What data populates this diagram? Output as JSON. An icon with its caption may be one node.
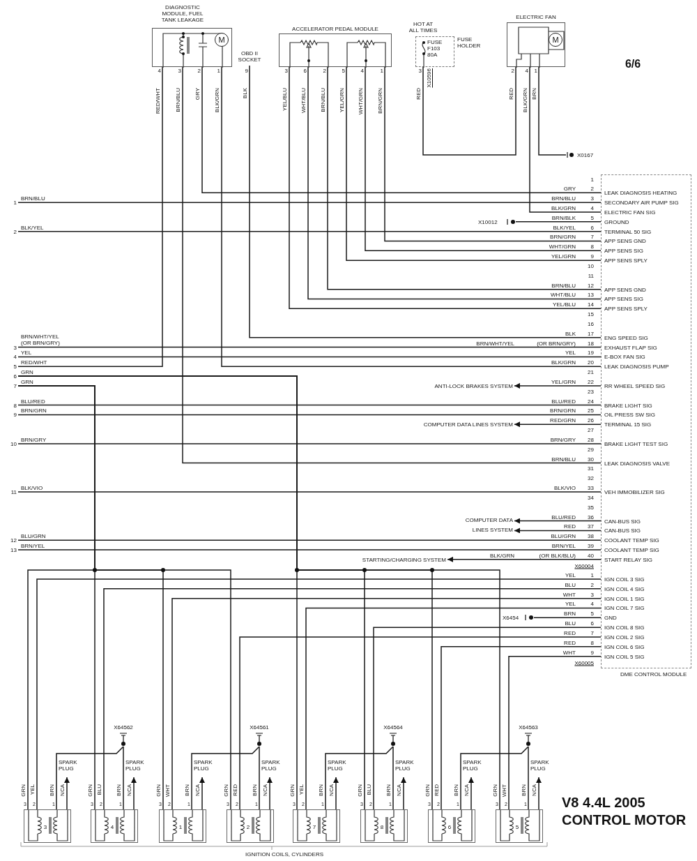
{
  "diagram": {
    "title": "V8 4.4L 2005 CONTROL MOTOR",
    "nodes": [
      {
        "text": [
          "DIAGNOSTIC MODULE, FUEL TANK LEAKAGE"
        ],
        "beside": [
          "4",
          "3",
          "2",
          "1"
        ]
      },
      {
        "text": [
          "M"
        ],
        "in": 0
      },
      {
        "text": [
          "OBD II SOCKET"
        ],
        "beside": [
          "9"
        ]
      },
      {
        "text": [
          "ACCELERATOR PEDAL MODULE"
        ],
        "beside": [
          "3",
          "6",
          "2",
          "5",
          "4",
          "1"
        ]
      },
      {
        "text": [
          "HOT AT ALL TIMES",
          "FUSE F103 80A",
          "FUSE HOLDER"
        ],
        "beside": [
          "3",
          "X10596"
        ]
      },
      {
        "text": [
          "ELECTRIC FAN"
        ],
        "beside": [
          "2",
          "4",
          "1"
        ]
      },
      {
        "text": [
          "M"
        ],
        "in": 5
      },
      {
        "text": [
          "X0167"
        ]
      },
      {
        "text": [
          "LEAK DIAGNOSIS HEATING",
          "SECONDARY AIR PUMP SIG",
          "ELECTRIC FAN SIG",
          "GROUND",
          "TERMINAL 50 SIG",
          "APP SENS GND",
          "APP SENS SIG",
          "APP SENS SPLY",
          "APP SENS GND",
          "APP SENS SIG",
          "APP SENS SPLY",
          "ENG SPEED SIG",
          "EXHAUST FLAP SIG",
          "E-BOX FAN SIG",
          "LEAK DIAGNOSIS PUMP",
          "RR WHEEL SPEED SIG",
          "BRAKE LIGHT SIG",
          "OIL PRESS SW SIG",
          "TERMINAL 15 SIG",
          "BRAKE LIGHT TEST SIG",
          "LEAK DIAGNOSIS VALVE",
          "VEH IMMOBILIZER SIG",
          "CAN-BUS SIG",
          "CAN-BUS SIG",
          "COOLANT TEMP SIG",
          "COOLANT TEMP SIG",
          "START RELAY SIG",
          "IGN COIL 3 SIG",
          "IGN COIL 4 SIG",
          "IGN COIL 1 SIG",
          "IGN COIL 7 SIG",
          "GND",
          "IGN COIL 8 SIG",
          "IGN COIL 2 SIG",
          "IGN COIL 6 SIG",
          "IGN COIL 5 SIG",
          "DME CONTROL MODULE"
        ],
        "beside": [
          "1",
          "2",
          "3",
          "4",
          "5",
          "6",
          "7",
          "8",
          "9",
          "10",
          "11",
          "12",
          "13",
          "14",
          "15",
          "16",
          "17",
          "18",
          "19",
          "20",
          "21",
          "22",
          "23",
          "24",
          "25",
          "26",
          "27",
          "28",
          "29",
          "30",
          "31",
          "32",
          "33",
          "34",
          "35",
          "36",
          "37",
          "38",
          "39",
          "40",
          "X60004",
          "1",
          "2",
          "3",
          "4",
          "5",
          "6",
          "7",
          "8",
          "9",
          "X60005"
        ]
      },
      {
        "text": [
          "X10012"
        ]
      },
      {
        "text": [
          "ANTI-LOCK BRAKES SYSTEM"
        ]
      },
      {
        "text": [
          "COMPUTER DATA LINES SYSTEM"
        ]
      },
      {
        "text": [
          "COMPUTER DATA LINES SYSTEM"
        ]
      },
      {
        "text": [
          "STARTING/CHARGING SYSTEM"
        ]
      },
      {
        "text": [
          "X6454"
        ]
      },
      {
        "text": [
          "1"
        ]
      },
      {
        "text": [
          "2"
        ]
      },
      {
        "text": [
          "3"
        ]
      },
      {
        "text": [
          "4"
        ]
      },
      {
        "text": [
          "5"
        ]
      },
      {
        "text": [
          "6"
        ]
      },
      {
        "text": [
          "7"
        ]
      },
      {
        "text": [
          "8"
        ]
      },
      {
        "text": [
          "9"
        ]
      },
      {
        "text": [
          "10"
        ]
      },
      {
        "text": [
          "11"
        ]
      },
      {
        "text": [
          "12"
        ]
      },
      {
        "text": [
          "13"
        ]
      },
      {
        "text": [
          "3"
        ],
        "beside": [
          "3",
          "2",
          "1"
        ]
      },
      {
        "text": [
          "4"
        ],
        "beside": [
          "3",
          "2",
          "1"
        ]
      },
      {
        "text": [
          "1"
        ],
        "beside": [
          "3",
          "2",
          "1"
        ]
      },
      {
        "text": [
          "2"
        ],
        "beside": [
          "3",
          "2",
          "1"
        ]
      },
      {
        "text": [
          "7"
        ],
        "beside": [
          "3",
          "2",
          "1"
        ]
      },
      {
        "text": [
          "8"
        ],
        "beside": [
          "3",
          "2",
          "1"
        ]
      },
      {
        "text": [
          "6"
        ],
        "beside": [
          "3",
          "2",
          "1"
        ]
      },
      {
        "text": [
          "5"
        ],
        "beside": [
          "3",
          "2",
          "1"
        ]
      },
      {
        "text": [
          "X64562"
        ]
      },
      {
        "text": [
          "X64561"
        ]
      },
      {
        "text": [
          "X64564"
        ]
      },
      {
        "text": [
          "X64563"
        ]
      },
      {
        "text": [
          "SPARK PLUG"
        ]
      },
      {
        "text": [
          "SPARK PLUG"
        ]
      },
      {
        "text": [
          "SPARK PLUG"
        ]
      },
      {
        "text": [
          "SPARK PLUG"
        ]
      },
      {
        "text": [
          "SPARK PLUG"
        ]
      },
      {
        "text": [
          "SPARK PLUG"
        ]
      },
      {
        "text": [
          "SPARK PLUG"
        ]
      },
      {
        "text": [
          "SPARK PLUG"
        ]
      }
    ],
    "edges": [
      {
        "from": 0,
        "to": 19,
        "arrow": "none"
      },
      {
        "from": 0,
        "to": 8,
        "arrow": "none"
      },
      {
        "from": 0,
        "to": 8,
        "arrow": "none"
      },
      {
        "from": 0,
        "to": 8,
        "arrow": "none"
      },
      {
        "from": 2,
        "to": 8,
        "arrow": "none"
      },
      {
        "from": 3,
        "to": 8,
        "arrow": "none"
      },
      {
        "from": 3,
        "to": 8,
        "arrow": "none"
      },
      {
        "from": 3,
        "to": 8,
        "arrow": "none"
      },
      {
        "from": 3,
        "to": 8,
        "arrow": "none"
      },
      {
        "from": 3,
        "to": 8,
        "arrow": "none"
      },
      {
        "from": 3,
        "to": 8,
        "arrow": "none"
      },
      {
        "from": 4,
        "to": 5,
        "arrow": "none"
      },
      {
        "from": 5,
        "to": 8,
        "arrow": "none"
      },
      {
        "from": 5,
        "to": 7,
        "arrow": "none"
      },
      {
        "from": 9,
        "to": 8,
        "arrow": "none"
      },
      {
        "from": 15,
        "to": 8,
        "arrow": "none"
      },
      {
        "from": 16,
        "to": 8,
        "arrow": "none"
      },
      {
        "from": 17,
        "to": 8,
        "arrow": "none"
      },
      {
        "from": 18,
        "to": 8,
        "arrow": "none"
      },
      {
        "from": 8,
        "to": 10,
        "arrow": "to"
      },
      {
        "from": 22,
        "to": 8,
        "arrow": "none"
      },
      {
        "from": 23,
        "to": 8,
        "arrow": "none"
      },
      {
        "from": 8,
        "to": 11,
        "arrow": "to"
      },
      {
        "from": 24,
        "to": 8,
        "arrow": "none"
      },
      {
        "from": 25,
        "to": 8,
        "arrow": "none"
      },
      {
        "from": 8,
        "to": 12,
        "arrow": "to"
      },
      {
        "from": 8,
        "to": 12,
        "arrow": "to"
      },
      {
        "from": 26,
        "to": 8,
        "arrow": "none"
      },
      {
        "from": 27,
        "to": 8,
        "arrow": "none"
      },
      {
        "from": 8,
        "to": 13,
        "arrow": "to"
      },
      {
        "from": 21,
        "to": 28,
        "arrow": "none"
      },
      {
        "from": 21,
        "to": 29,
        "arrow": "none"
      },
      {
        "from": 21,
        "to": 30,
        "arrow": "none"
      },
      {
        "from": 21,
        "to": 31,
        "arrow": "none"
      },
      {
        "from": 20,
        "to": 32,
        "arrow": "none"
      },
      {
        "from": 20,
        "to": 33,
        "arrow": "none"
      },
      {
        "from": 20,
        "to": 34,
        "arrow": "none"
      },
      {
        "from": 20,
        "to": 35,
        "arrow": "none"
      },
      {
        "from": 8,
        "to": 28,
        "arrow": "none"
      },
      {
        "from": 8,
        "to": 29,
        "arrow": "none"
      },
      {
        "from": 8,
        "to": 30,
        "arrow": "none"
      },
      {
        "from": 8,
        "to": 32,
        "arrow": "none"
      },
      {
        "from": 14,
        "to": 8,
        "arrow": "none"
      },
      {
        "from": 8,
        "to": 33,
        "arrow": "none"
      },
      {
        "from": 8,
        "to": 31,
        "arrow": "none"
      },
      {
        "from": 8,
        "to": 34,
        "arrow": "none"
      },
      {
        "from": 8,
        "to": 35,
        "arrow": "none"
      },
      {
        "from": 28,
        "to": 36,
        "arrow": "none"
      },
      {
        "from": 29,
        "to": 36,
        "arrow": "none"
      },
      {
        "from": 30,
        "to": 37,
        "arrow": "none"
      },
      {
        "from": 31,
        "to": 37,
        "arrow": "none"
      },
      {
        "from": 32,
        "to": 38,
        "arrow": "none"
      },
      {
        "from": 33,
        "to": 38,
        "arrow": "none"
      },
      {
        "from": 34,
        "to": 39,
        "arrow": "none"
      },
      {
        "from": 35,
        "to": 39,
        "arrow": "none"
      },
      {
        "from": 28,
        "to": 40,
        "arrow": "to"
      },
      {
        "from": 29,
        "to": 41,
        "arrow": "to"
      },
      {
        "from": 30,
        "to": 42,
        "arrow": "to"
      },
      {
        "from": 31,
        "to": 43,
        "arrow": "to"
      },
      {
        "from": 32,
        "to": 44,
        "arrow": "to"
      },
      {
        "from": 33,
        "to": 45,
        "arrow": "to"
      },
      {
        "from": 34,
        "to": 46,
        "arrow": "to"
      },
      {
        "from": 35,
        "to": 47,
        "arrow": "to"
      }
    ],
    "labels": [
      "6/6",
      "RED/WHT",
      "BRN/BLU",
      "GRY",
      "BLK/GRN",
      "BLK",
      "YEL/BLU",
      "WHT/BLU",
      "BRN/BLU",
      "YEL/GRN",
      "WHT/GRN",
      "BRN/GRN",
      "RED",
      "RED",
      "BLK/GRN",
      "BRN",
      "GRY",
      "BRN/BLU",
      "BRN/BLU",
      "BLK/GRN",
      "BRN/BLK",
      "BLK/YEL",
      "BLK/YEL",
      "BRN/GRN",
      "WHT/GRN",
      "YEL/GRN",
      "BRN/BLU",
      "WHT/BLU",
      "YEL/BLU",
      "BLK",
      "BRN/WHT/YEL (OR BRN/GRY)",
      "BRN/WHT/YEL",
      "(OR BRN/GRY)",
      "YEL",
      "YEL",
      "RED/WHT",
      "BLK/GRN",
      "GRN",
      "GRN",
      "YEL/GRN",
      "BLU/RED",
      "BLU/RED",
      "BRN/GRN",
      "BRN/GRN",
      "RED/GRN",
      "BRN/GRY",
      "BRN/GRY",
      "BRN/BLU",
      "BLK/VIO",
      "BLK/VIO",
      "BLU/RED",
      "RED",
      "BLU/GRN",
      "BLU/GRN",
      "BRN/YEL",
      "BRN/YEL",
      "BLK/GRN",
      "(OR BLK/BLU)",
      "YEL",
      "BLU",
      "WHT",
      "YEL",
      "BRN",
      "BLU",
      "RED",
      "RED",
      "WHT",
      "GRN",
      "YEL",
      "BRN",
      "NCA",
      "GRN",
      "BLU",
      "BRN",
      "NCA",
      "GRN",
      "WHT",
      "BRN",
      "NCA",
      "GRN",
      "RED",
      "BRN",
      "NCA",
      "GRN",
      "YEL",
      "BRN",
      "NCA",
      "GRN",
      "BLU",
      "BRN",
      "NCA",
      "GRN",
      "RED",
      "BRN",
      "NCA",
      "GRN",
      "WHT",
      "BRN",
      "NCA",
      "IGNITION COILS, CYLINDERS"
    ]
  }
}
